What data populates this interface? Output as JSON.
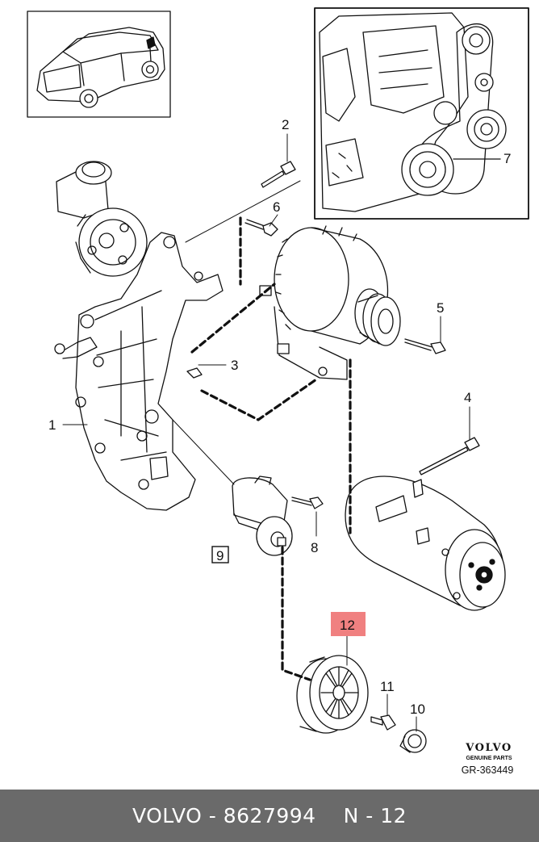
{
  "callouts": {
    "c1": "1",
    "c2": "2",
    "c3": "3",
    "c4": "4",
    "c5": "5",
    "c6": "6",
    "c7": "7",
    "c8": "8",
    "c9": "9",
    "c10": "10",
    "c11": "11",
    "c12": "12"
  },
  "highlight_color": "#f08080",
  "brand": {
    "logo": "VOLVO",
    "tagline": "GENUINE PARTS"
  },
  "figure_code": "GR-363449",
  "footer": {
    "part": "VOLVO - 8627994",
    "ref": "N - 12"
  }
}
